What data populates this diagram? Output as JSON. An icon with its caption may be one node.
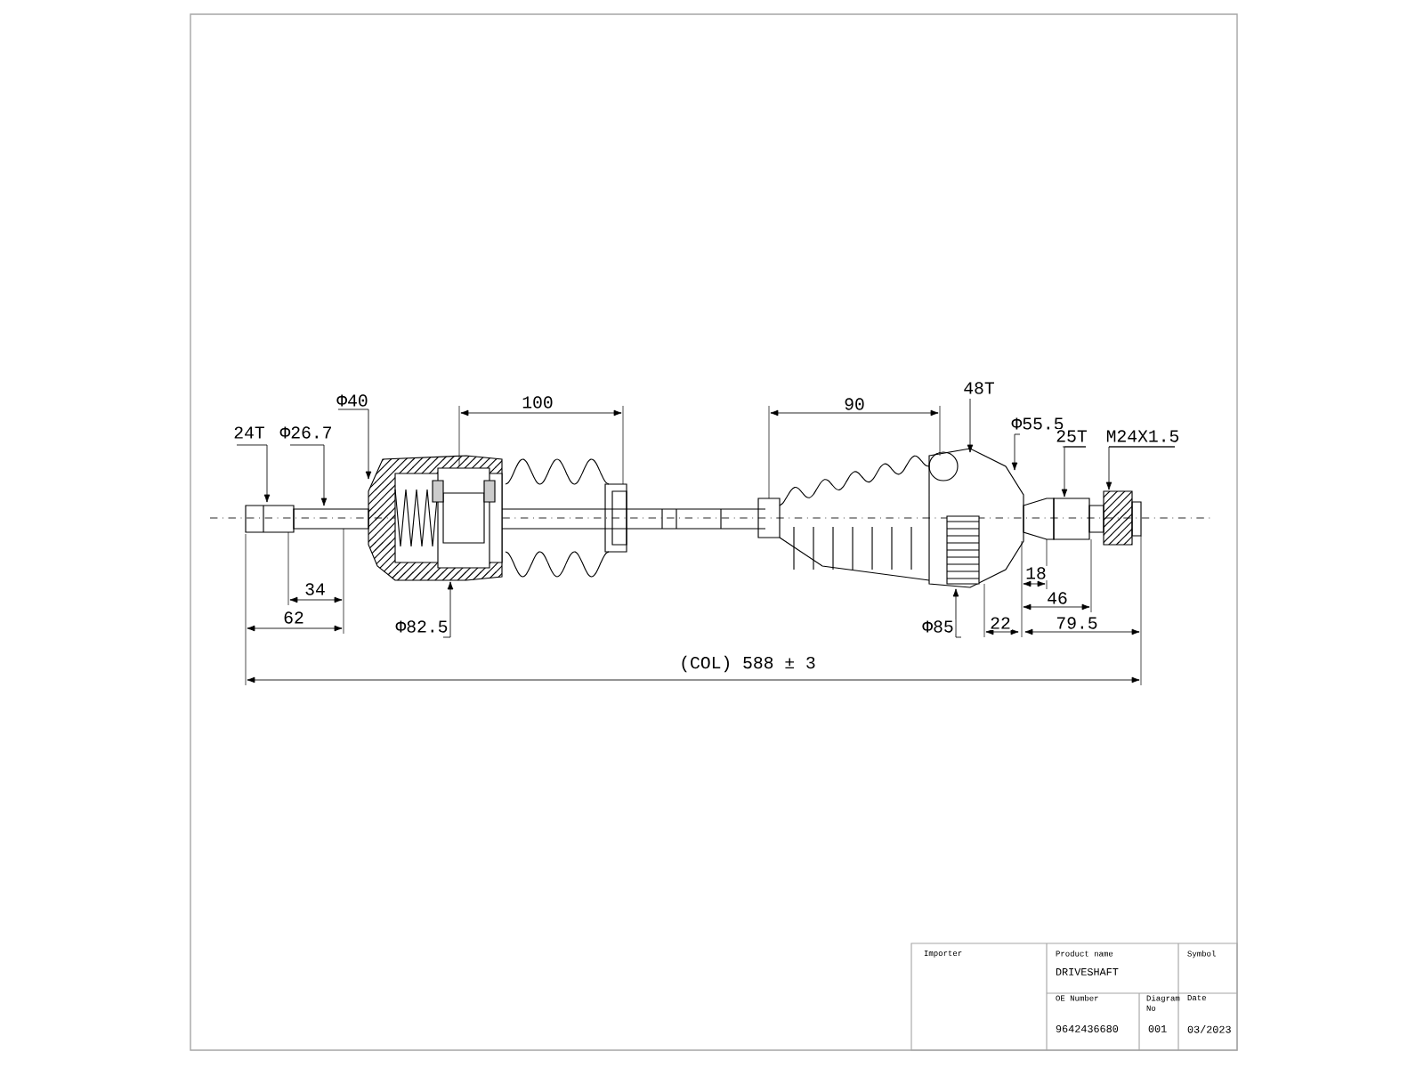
{
  "diagram": {
    "labels": [
      "24T",
      "Φ26.7",
      "Φ40",
      "100",
      "90",
      "48T",
      "Φ55.5",
      "25T",
      "M24X1.5",
      "34",
      "62",
      "Φ82.5",
      "Φ85",
      "18",
      "46",
      "22",
      "79.5",
      "(COL) 588 ± 3",
      "Importer",
      "Product name",
      "Symbol",
      "DRIVESHAFT",
      "OE Number",
      "Diagram No",
      "Date",
      "9642436680",
      "001",
      "03/2023"
    ]
  }
}
